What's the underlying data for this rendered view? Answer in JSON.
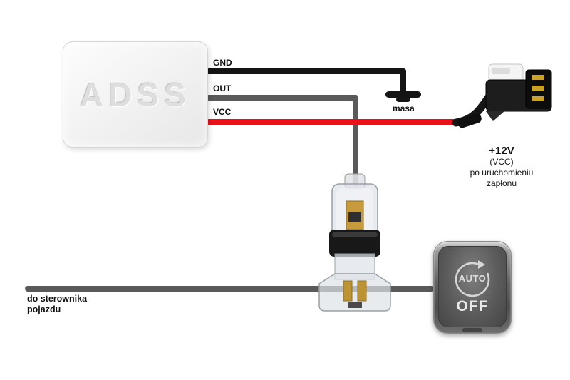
{
  "module": {
    "label": "ADSS"
  },
  "pins": {
    "gnd": "GND",
    "out": "OUT",
    "vcc": "VCC"
  },
  "ground": {
    "label": "masa"
  },
  "power": {
    "voltage": "+12V",
    "net": "(VCC)",
    "note_line1": "po uruchomieniu",
    "note_line2": "zapłonu"
  },
  "controller": {
    "line1": "do sterownika",
    "line2": "pojazdu"
  },
  "button": {
    "label_top": "AUTO",
    "label_bottom": "OFF"
  },
  "colors": {
    "gnd_wire": "#141414",
    "out_wire": "#5a5a5a",
    "vcc_wire": "#e8121a"
  }
}
